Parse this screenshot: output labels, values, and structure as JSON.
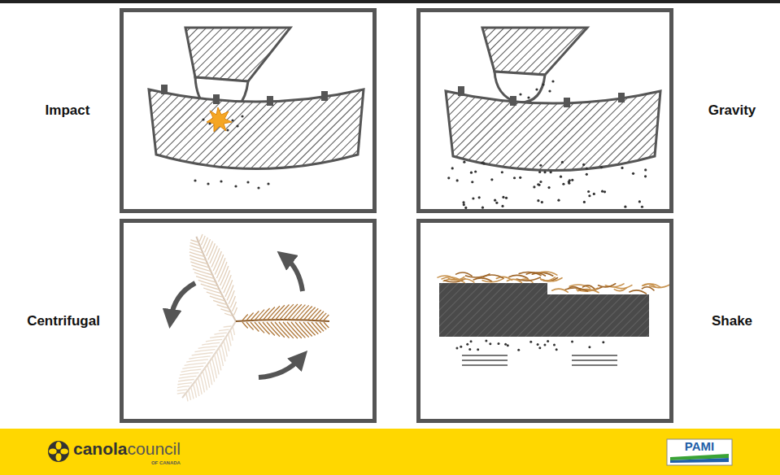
{
  "diagram": {
    "nodes": [
      {
        "text": [
          "Impact"
        ]
      },
      {
        "text": [
          "Gravity"
        ]
      },
      {
        "text": [
          "Centrifugal"
        ]
      },
      {
        "text": [
          "Shake"
        ]
      }
    ],
    "labels": [
      "canola",
      "council",
      "OF CANADA",
      "PAMI"
    ]
  }
}
